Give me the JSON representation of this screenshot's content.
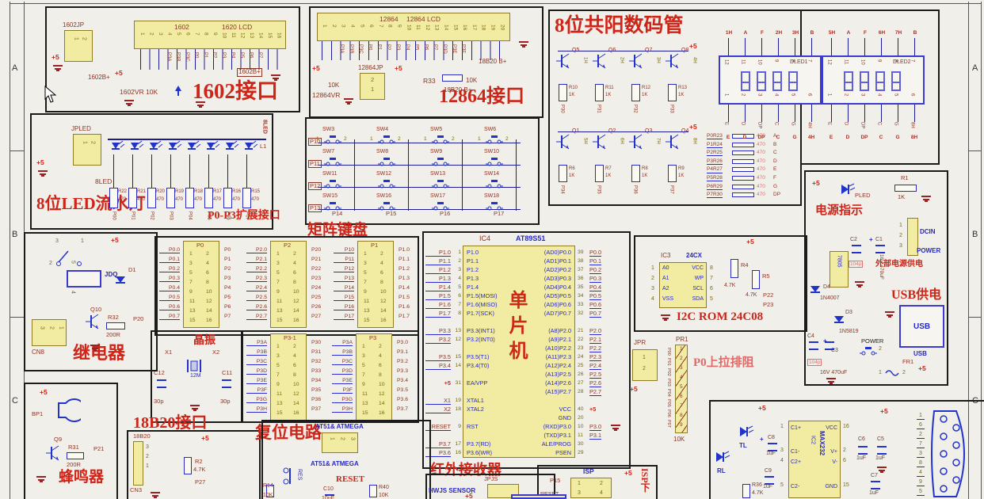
{
  "symbols": {
    "plus5": "+5",
    "plus": "+"
  },
  "frame": {
    "rows": [
      "A",
      "B",
      "C"
    ]
  },
  "colors": {
    "title_red": "#cf2418",
    "label_maroon": "#8b3526",
    "wire_blue": "#2233cc",
    "chip_fill": "#f2eca2",
    "pin_olive": "#7a6a10",
    "value_pink": "#e07070"
  },
  "blocks": {
    "lcd1602": {
      "title": "1602接口",
      "jp_label": "1602JP",
      "jp_pins": [
        "1",
        "2"
      ],
      "header_name": "1602",
      "header_name2": "1620 LCD",
      "pins": [
        "1",
        "2",
        "3",
        "4",
        "5",
        "6",
        "7",
        "8",
        "9",
        "10",
        "11",
        "12",
        "13",
        "14",
        "15",
        "16"
      ],
      "signals": [
        "P3A",
        "P3B",
        "P3C",
        "P0",
        "P1",
        "P2",
        "P3",
        "P4",
        "P5",
        "P6",
        "P7"
      ],
      "b_left": "1602B+",
      "vr": "1602VR 10K",
      "b_right": "1602B+"
    },
    "lcd12864": {
      "title": "12864接口",
      "header_name": "12864",
      "header_name2": "12864 LCD",
      "pins": [
        "1",
        "2",
        "3",
        "4",
        "5",
        "6",
        "7",
        "8",
        "9",
        "10",
        "11",
        "12",
        "13",
        "14",
        "15",
        "16",
        "17",
        "18",
        "19",
        "20"
      ],
      "signals": [
        "P3A",
        "P3B",
        "P3C",
        "P0",
        "P1",
        "P2",
        "P3",
        "P4",
        "P5",
        "P6",
        "P7",
        "P3D",
        "P3E",
        "P3F"
      ],
      "jp_label": "12864JP",
      "jp_pins": [
        "2",
        "1"
      ],
      "r33": "R33",
      "r33_val": "10K",
      "b_mid": "18B20 B+",
      "b_right": "18B20 B+",
      "vr": "12864VR",
      "vr_val": "10K"
    },
    "digits": {
      "title": "8位共阳数码管",
      "rows": [
        {
          "q": [
            "Q5",
            "Q6",
            "Q7",
            "Q8"
          ],
          "r": [
            "R10",
            "R11",
            "R12",
            "R13"
          ],
          "rv": "1K",
          "p": [
            "P30",
            "P31",
            "P32",
            "P33"
          ],
          "s": [
            "1H",
            "2H",
            "3H",
            "4H"
          ]
        },
        {
          "q": [
            "Q1",
            "Q2",
            "Q3",
            "Q4"
          ],
          "r": [
            "R6",
            "R7",
            "R8",
            "R9"
          ],
          "rv": "1K",
          "p": [
            "P34",
            "P35",
            "P36",
            "P37"
          ],
          "s": [
            "5H",
            "6H",
            "7H",
            "8H"
          ]
        }
      ],
      "network": [
        {
          "l": "P0R23",
          "v": "470",
          "s": "A"
        },
        {
          "l": "P1R24",
          "v": "470",
          "s": "B"
        },
        {
          "l": "P2R25",
          "v": "470",
          "s": "C"
        },
        {
          "l": "P3R26",
          "v": "470",
          "s": "D"
        },
        {
          "l": "P4R27",
          "v": "470",
          "s": "E"
        },
        {
          "l": "P5R28",
          "v": "470",
          "s": "F"
        },
        {
          "l": "P6R29",
          "v": "470",
          "s": "G"
        },
        {
          "l": "P7R30",
          "v": "470",
          "s": "DP"
        }
      ],
      "displays": [
        {
          "ref": "DLED1",
          "top": [
            "1H",
            "A",
            "F",
            "2H",
            "3H",
            "B"
          ],
          "top_pins": [
            "12",
            "11",
            "10",
            "9",
            "8",
            "7"
          ],
          "bot_pins": [
            "1",
            "2",
            "3",
            "4",
            "5",
            "6"
          ],
          "bot": [
            "E",
            "D",
            "DP",
            "C",
            "G",
            "4H"
          ]
        },
        {
          "ref": "DLED2",
          "top": [
            "5H",
            "A",
            "F",
            "6H",
            "7H",
            "B"
          ],
          "top_pins": [
            "12",
            "11",
            "10",
            "9",
            "8",
            "7"
          ],
          "bot_pins": [
            "1",
            "2",
            "3",
            "4",
            "5",
            "6"
          ],
          "bot": [
            "E",
            "D",
            "DP",
            "C",
            "G",
            "8H"
          ]
        }
      ]
    },
    "leds": {
      "title": "8位LED流水灯",
      "jp_label": "JPLED",
      "jp_pins": [
        "1",
        "2"
      ],
      "led_label": "8LED",
      "bus_label": "8LED",
      "l1": "L1",
      "resistors": [
        "R22",
        "R21",
        "R20",
        "R19",
        "R18",
        "R17",
        "R16",
        "R15"
      ],
      "res_val": "470",
      "pins": [
        "P00",
        "P01",
        "P02",
        "P03",
        "P04",
        "P05",
        "P06",
        "P07"
      ]
    },
    "keypad": {
      "title": "矩阵键盘",
      "switches": [
        [
          "SW3",
          "SW4",
          "SW5",
          "SW6"
        ],
        [
          "SW7",
          "SW8",
          "SW9",
          "SW10"
        ],
        [
          "SW11",
          "SW12",
          "SW13",
          "SW14"
        ],
        [
          "SW15",
          "SW16",
          "SW17",
          "SW18"
        ]
      ],
      "rows": [
        "P10",
        "P11",
        "P12",
        "P13"
      ],
      "cols": [
        "P14",
        "P15",
        "P16",
        "P17"
      ],
      "sw_pin1": "1",
      "sw_pin2": "2"
    },
    "expansion": {
      "title": "P0-P3扩展接口",
      "pin_pairs": [
        [
          "1",
          "2"
        ],
        [
          "3",
          "4"
        ],
        [
          "5",
          "6"
        ],
        [
          "7",
          "8"
        ],
        [
          "9",
          "10"
        ],
        [
          "11",
          "12"
        ],
        [
          "13",
          "14"
        ],
        [
          "15",
          "16"
        ]
      ],
      "groups": [
        {
          "left": [
            "P0.0",
            "P0.1",
            "P0.2",
            "P0.3",
            "P0.4",
            "P0.5",
            "P0.6",
            "P0.7"
          ],
          "box": "P0",
          "right": [
            "P0",
            "P1",
            "P2",
            "P3",
            "P4",
            "P5",
            "P6",
            "P7"
          ]
        },
        {
          "left": [
            "P2.0",
            "P2.1",
            "P2.2",
            "P2.3",
            "P2.4",
            "P2.5",
            "P2.6",
            "P2.7"
          ],
          "box": "P2",
          "right": [
            "P20",
            "P21",
            "P22",
            "P23",
            "P24",
            "P25",
            "P26",
            "P27"
          ]
        },
        {
          "left": [
            "P10",
            "P11",
            "P12",
            "P13",
            "P14",
            "P15",
            "P16",
            "P17"
          ],
          "box": "P1",
          "right": [
            "P1.0",
            "P1.1",
            "P1.2",
            "P1.3",
            "P1.4",
            "P1.5",
            "P1.6",
            "P1.7"
          ]
        },
        {
          "left": [
            "P3A",
            "P3B",
            "P3C",
            "P3D",
            "P3E",
            "P3F",
            "P3G",
            "P3H"
          ],
          "box": "P3-1",
          "right": [
            "P30",
            "P31",
            "P32",
            "P33",
            "P34",
            "P35",
            "P36",
            "P37"
          ]
        },
        {
          "left": [
            "P3A",
            "P3B",
            "P3C",
            "P3D",
            "P3E",
            "P3F",
            "P3G",
            "P3H"
          ],
          "box": "P3",
          "right": [
            "P3.0",
            "P3.1",
            "P3.2",
            "P3.3",
            "P3.4",
            "P3.5",
            "P3.6",
            "P3.7"
          ]
        }
      ]
    },
    "crystal": {
      "title": "晶振",
      "x1": "X1",
      "x2": "X2",
      "value": "12M",
      "c_left": "C12",
      "c_left_val": "30p",
      "c_right": "C11",
      "c_right_val": "30p"
    },
    "mcu": {
      "ref": "IC4",
      "part": "AT89S51",
      "title": "单片机",
      "left": [
        {
          "out": "P1.0",
          "pin": "1",
          "sig": "P1.0"
        },
        {
          "out": "P1.1",
          "pin": "2",
          "sig": "P1.1"
        },
        {
          "out": "P1.2",
          "pin": "3",
          "sig": "P1.2"
        },
        {
          "out": "P1.3",
          "pin": "4",
          "sig": "P1.3"
        },
        {
          "out": "P1.4",
          "pin": "5",
          "sig": "P1.4"
        },
        {
          "out": "P1.5",
          "pin": "6",
          "sig": "P1.5(MOSI)"
        },
        {
          "out": "P1.6",
          "pin": "7",
          "sig": "P1.6(MISO)"
        },
        {
          "out": "P1.7",
          "pin": "8",
          "sig": "P1.7(SCK)"
        },
        null,
        {
          "out": "P3.3",
          "pin": "13",
          "sig": "P3.3(INT1)"
        },
        {
          "out": "P3.2",
          "pin": "12",
          "sig": "P3.2(INT0)"
        },
        null,
        {
          "out": "P3.5",
          "pin": "15",
          "sig": "P3.5(T1)"
        },
        {
          "out": "P3.4",
          "pin": "14",
          "sig": "P3.4(T0)"
        },
        null,
        {
          "out": "+5",
          "pin": "31",
          "sig": "EA/VPP"
        },
        null,
        {
          "out": "X1",
          "pin": "19",
          "sig": "XTAL1"
        },
        {
          "out": "X2",
          "pin": "18",
          "sig": "XTAL2"
        },
        null,
        {
          "out": "RESET",
          "pin": "9",
          "sig": "RST"
        },
        null,
        {
          "out": "P3.7",
          "pin": "17",
          "sig": "P3.7(RD)"
        },
        {
          "out": "P3.6",
          "pin": "16",
          "sig": "P3.6(WR)"
        }
      ],
      "right": [
        {
          "sig": "(AD0)P0.0",
          "pin": "39",
          "out": "P0.0"
        },
        {
          "sig": "(AD1)P0.1",
          "pin": "38",
          "out": "P0.1"
        },
        {
          "sig": "(AD2)P0.2",
          "pin": "37",
          "out": "P0.2"
        },
        {
          "sig": "(AD3)P0.3",
          "pin": "36",
          "out": "P0.3"
        },
        {
          "sig": "(AD4)P0.4",
          "pin": "35",
          "out": "P0.4"
        },
        {
          "sig": "(AD5)P0.5",
          "pin": "34",
          "out": "P0.5"
        },
        {
          "sig": "(AD6)P0.6",
          "pin": "33",
          "out": "P0.6"
        },
        {
          "sig": "(AD7)P0.7",
          "pin": "32",
          "out": "P0.7"
        },
        null,
        {
          "sig": "(A8)P2.0",
          "pin": "21",
          "out": "P2.0"
        },
        {
          "sig": "(A9)P2.1",
          "pin": "22",
          "out": "P2.1"
        },
        {
          "sig": "(A10)P2.2",
          "pin": "23",
          "out": "P2.2"
        },
        {
          "sig": "(A11)P2.3",
          "pin": "24",
          "out": "P2.3"
        },
        {
          "sig": "(A12)P2.4",
          "pin": "25",
          "out": "P2.4"
        },
        {
          "sig": "(A13)P2.5",
          "pin": "26",
          "out": "P2.5"
        },
        {
          "sig": "(A14)P2.6",
          "pin": "27",
          "out": "P2.6"
        },
        {
          "sig": "(A15)P2.7",
          "pin": "28",
          "out": "P2.7"
        },
        null,
        {
          "sig": "VCC",
          "pin": "40",
          "out": "+5"
        },
        {
          "sig": "GND",
          "pin": "20",
          "out": ""
        },
        {
          "sig": "(RXD)P3.0",
          "pin": "10",
          "out": "P3.0"
        },
        {
          "sig": "(TXD)P3.1",
          "pin": "11",
          "out": "P3.1"
        },
        {
          "sig": "ALE/PROG",
          "pin": "30",
          "out": ""
        },
        {
          "sig": "PSEN",
          "pin": "29",
          "out": ""
        }
      ]
    },
    "i2c": {
      "ref": "IC3",
      "part": "24CX",
      "title": "I2C ROM 24C08",
      "rows": [
        {
          "lp": "1",
          "l": "A0",
          "r": "VCC",
          "rp": "8"
        },
        {
          "lp": "2",
          "l": "A1",
          "r": "WP",
          "rp": "7"
        },
        {
          "lp": "3",
          "l": "A2",
          "r": "SCL",
          "rp": "6"
        },
        {
          "lp": "4",
          "l": "VSS",
          "r": "SDA",
          "rp": "5"
        }
      ],
      "r4": "R4",
      "r4_val": "4.7K",
      "r5": "R5",
      "r5_val": "4.7K",
      "p22": "P22",
      "p23": "P23"
    },
    "pullup": {
      "title": "P0上拉排阻",
      "jp_label": "JPR",
      "jp_pins": [
        "1",
        "2"
      ],
      "net": "PR1",
      "net_pins": [
        "1",
        "2",
        "3",
        "4",
        "5",
        "6",
        "7",
        "8",
        "9"
      ],
      "net_val": "10K",
      "signals": [
        "P00",
        "P01",
        "P02",
        "P03",
        "P04",
        "P05",
        "P06",
        "P07"
      ]
    },
    "power": {
      "title_ind": "电源指示",
      "title_ext": "外部电源供电",
      "title_usb": "USB供电",
      "pled": "PLED",
      "r1": "R1",
      "r1_val": "1K",
      "dcin_pins": [
        "1",
        "2",
        "3"
      ],
      "dcin": "DCIN",
      "power_ext": "POWER",
      "reg": "7805",
      "c2": "C2",
      "c2_val": "104p",
      "c1": "C1",
      "c1_val": "16V 470uF",
      "d4": "D4",
      "d4_val": "1N4007",
      "d3": "D3",
      "d3_val": "1N5819",
      "power_sw": "POWER",
      "sw_pin": "2",
      "c4": "C4",
      "c4_val": "104p",
      "c3": "C3",
      "c3_val": "16V 470uF",
      "fr1": "FR1",
      "fr_pin1": "1",
      "fr_pin2": "2",
      "usb": "USB",
      "usb2": "USB"
    },
    "max232": {
      "ref": "IC2",
      "part": "MAX232",
      "tl": "TL",
      "rl": "RL",
      "r36": "R36",
      "r36_val": "4.7K",
      "c8": "C8",
      "c9": "C9",
      "c6": "C6",
      "c5": "C5",
      "c7": "C7",
      "cap_val": "1uF",
      "rows": [
        {
          "lp": "1",
          "l": "C1+",
          "r": "VCC",
          "rp": "16"
        },
        {
          "lp": "3",
          "l": "C1-",
          "r": "V+",
          "rp": "2"
        },
        {
          "lp": "4",
          "l": "C2+",
          "r": "V-",
          "rp": "6"
        },
        {
          "lp": "5",
          "l": "C2-",
          "r": "GND",
          "rp": "15"
        }
      ],
      "db9": [
        "1",
        "6",
        "2",
        "7",
        "3",
        "8",
        "4",
        "9",
        "5"
      ]
    },
    "relay": {
      "title": "继电器",
      "coil": "JDQ",
      "pin5": "5",
      "pin4": "4",
      "d1": "D1",
      "q": "Q10",
      "r32": "R32",
      "r32_val": "200R",
      "p20": "P20",
      "cn": "CN8",
      "cn_pins": [
        "3",
        "2",
        "1"
      ],
      "sw_top": [
        "3",
        "1"
      ],
      "sw_mid": "2"
    },
    "buzzer": {
      "title": "蜂鸣器",
      "bp": "BP1",
      "q": "Q9",
      "r31": "R31",
      "r31_val": "200R",
      "p21": "P21"
    },
    "ds18b20": {
      "title": "18B20接口",
      "conn": "18B20",
      "pins": [
        "3",
        "2",
        "1"
      ],
      "cn": "CN3",
      "r2": "R2",
      "r2_val": "4.7K",
      "p27": "P27"
    },
    "reset": {
      "title": "复位电路",
      "hdr": "AT51& ATMEGA",
      "hdr2": "AT51& ATMEGA",
      "jp_pins": [
        "1",
        "2",
        "3"
      ],
      "reset": "RESET",
      "res": "RES",
      "r14": "R14",
      "r14_val": "10K",
      "c10": "C10",
      "c10_val": "10uF",
      "r40": "R40",
      "r40_val": "10K"
    },
    "ir": {
      "title": "红外接收器",
      "jp": "JPJS",
      "sensor": "HWJS  SENSOR"
    },
    "isp": {
      "title": "ISP",
      "p15": "P15",
      "reset": "RESET",
      "pins": [
        "1",
        "2",
        "3",
        "4"
      ],
      "side": "ISP下"
    }
  }
}
